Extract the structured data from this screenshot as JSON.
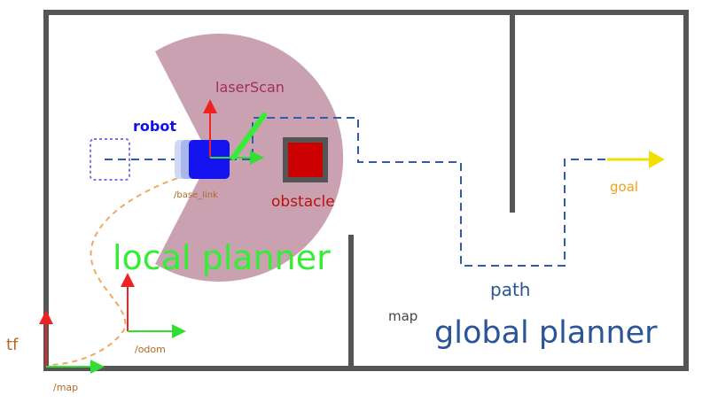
{
  "labels": {
    "laser_scan": "laserScan",
    "robot": "robot",
    "base_link": "/base_link",
    "obstacle": "obstacle",
    "local_planner": "local planner",
    "path": "path",
    "map": "map",
    "global_planner": "global planner",
    "goal": "goal",
    "tf": "tf",
    "odom_frame": "/odom",
    "map_frame": "/map"
  },
  "colors": {
    "wall": "#555555",
    "scan_area": "#c9a1b1",
    "laser_text": "#a0305a",
    "robot": "#1414f0",
    "robot_label": "#1010ee",
    "ghost_robot": "#7777ee",
    "obstacle_border": "#555555",
    "obstacle_fill": "#cc0000",
    "obstacle_text": "#bb1111",
    "local_planner": "#33ee33",
    "global_path": "#2d5ea8",
    "global_text": "#2c5598",
    "goal": "#f0e000",
    "goal_text": "#f0a020",
    "odom_trail": "#f0a860",
    "frame_x": "#33dd33",
    "frame_y": "#ee2222",
    "frame_text": "#b06a20",
    "map_text": "#444444"
  }
}
